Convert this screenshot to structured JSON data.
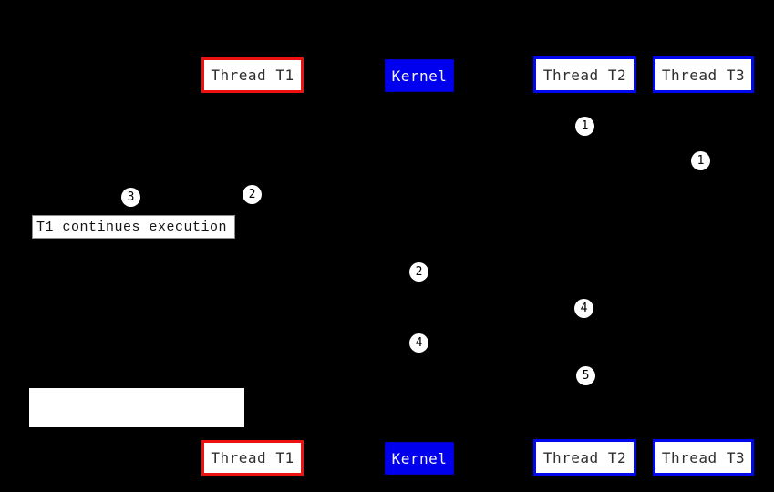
{
  "diagram": {
    "description": "Thread scheduling sequence diagram on black background with two timeline rows of entity boxes, numbered step markers, and a note",
    "background_color": "#000000",
    "colors": {
      "thread_t1_border": "#ee1111",
      "thread_t2_t3_border": "#0008ee",
      "kernel_fill": "#0000ee",
      "box_fill": "#ffffff",
      "box_text": "#2e2e2e",
      "kernel_text": "#f5f5f5",
      "marker_fill": "#ffffff",
      "marker_text": "#000000"
    },
    "boxes": {
      "thread_t1": {
        "label": "Thread T1"
      },
      "kernel": {
        "label": "Kernel"
      },
      "thread_t2": {
        "label": "Thread T2"
      },
      "thread_t3": {
        "label": "Thread T3"
      }
    },
    "markers": [
      "1",
      "1",
      "3",
      "2",
      "2",
      "4",
      "4",
      "5"
    ],
    "note": {
      "text": "T1 continues execution"
    }
  }
}
